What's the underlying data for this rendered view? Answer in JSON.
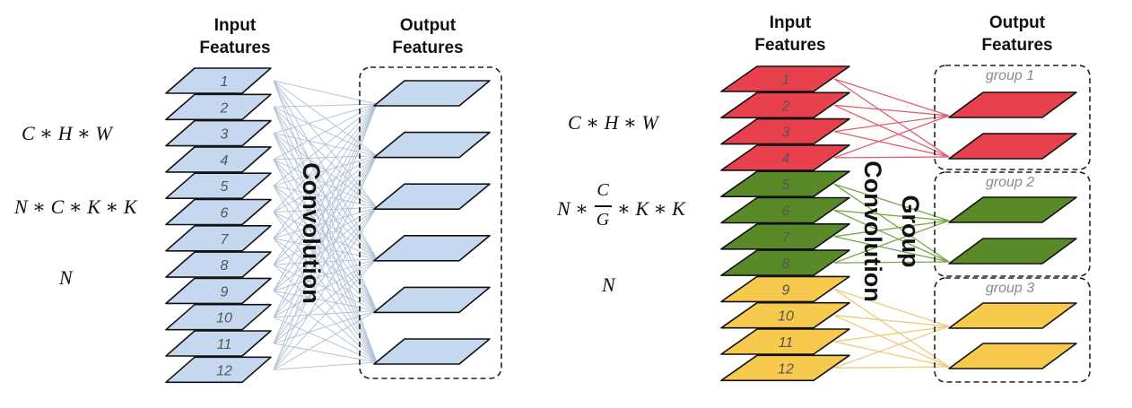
{
  "left_panel": {
    "input_title_line1": "Input",
    "input_title_line2": "Features",
    "output_title_line1": "Output",
    "output_title_line2": "Features",
    "process_label": "Convolution",
    "formula_input": "C ∗ H ∗ W",
    "formula_weights": "N ∗ C ∗ K ∗ K",
    "formula_output": "N",
    "input_numbers": [
      "1",
      "2",
      "3",
      "4",
      "5",
      "6",
      "7",
      "8",
      "9",
      "10",
      "11",
      "12"
    ],
    "output_count": 6,
    "colors": {
      "fill": "#c6d8f0",
      "stroke": "#111111",
      "line": "#b5c4d6"
    }
  },
  "right_panel": {
    "input_title_line1": "Input",
    "input_title_line2": "Features",
    "output_title_line1": "Output",
    "output_title_line2": "Features",
    "process_label_line1": "Group",
    "process_label_line2": "Convolution",
    "formula_input": "C ∗ H ∗ W",
    "formula_weights_prefix": "N ∗",
    "formula_weights_num": "C",
    "formula_weights_den": "G",
    "formula_weights_suffix": "∗ K ∗ K",
    "formula_output": "N",
    "input_numbers": [
      "1",
      "2",
      "3",
      "4",
      "5",
      "6",
      "7",
      "8",
      "9",
      "10",
      "11",
      "12"
    ],
    "groups": [
      {
        "label": "group 1",
        "color": "#e8404c",
        "line": "#e06070"
      },
      {
        "label": "group 2",
        "color": "#5a8a28",
        "line": "#7aa648"
      },
      {
        "label": "group 3",
        "color": "#f7c94c",
        "line": "#eccb7a"
      }
    ]
  }
}
